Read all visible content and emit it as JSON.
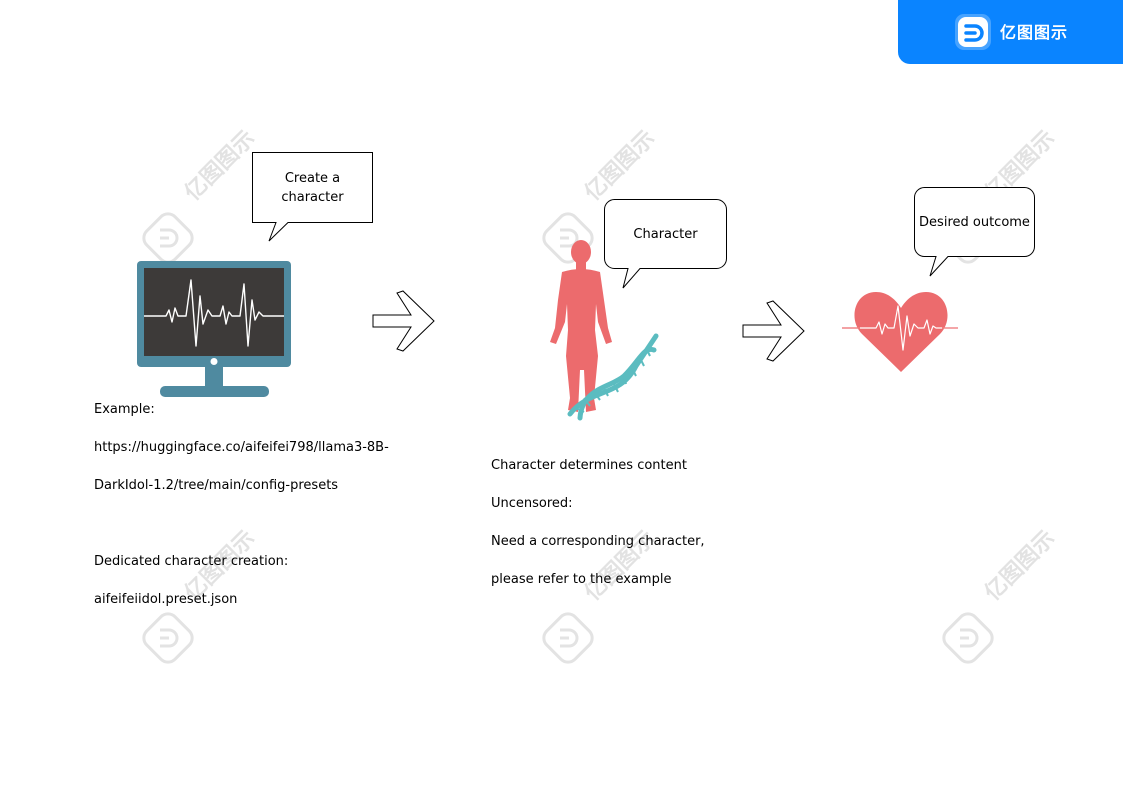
{
  "brand": {
    "name": "亿图图示",
    "watermark_text": "亿图图示",
    "accent": "#0a84ff"
  },
  "steps": {
    "create": {
      "bubble": "Create a character",
      "note_example_label": "Example:",
      "note_example_url_1": "https://huggingface.co/aifeifei798/llama3-8B-",
      "note_example_url_2": "DarkIdol-1.2/tree/main/config-presets",
      "note_dedicated_label": "Dedicated character creation:",
      "note_dedicated_file": "aifeifeiidol.preset.json",
      "icon": "monitor-heartbeat-icon",
      "monitor_color": "#4f8aa0",
      "screen_color": "#3d3a39"
    },
    "character": {
      "bubble": "Character",
      "note_line_1": "Character determines content",
      "note_line_2": "Uncensored:",
      "note_line_3": "Need a corresponding character,",
      "note_line_4": "please refer to the example",
      "icon": "human-dna-icon",
      "figure_color": "#ec6b6d",
      "dna_color": "#5bbcc0"
    },
    "outcome": {
      "bubble": "Desired outcome",
      "icon": "heart-pulse-icon",
      "heart_color": "#ec6b6d"
    }
  },
  "arrows": [
    {
      "icon": "arrow-right-icon"
    },
    {
      "icon": "arrow-right-icon"
    }
  ]
}
